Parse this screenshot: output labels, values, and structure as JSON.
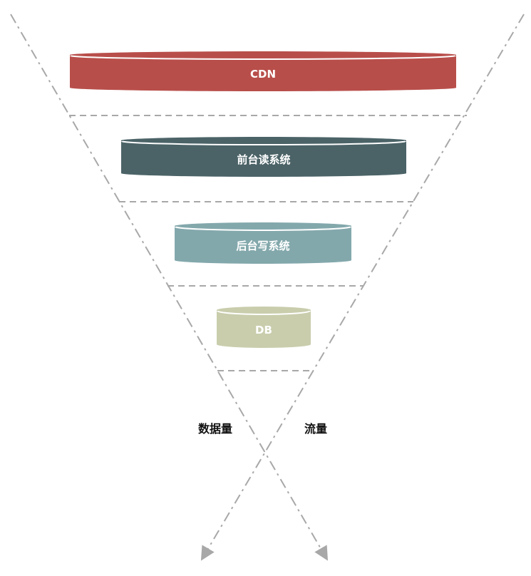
{
  "layers": [
    {
      "label": "CDN",
      "color": "#b84e4a"
    },
    {
      "label": "前台读系统",
      "color": "#4b6367"
    },
    {
      "label": "后台写系统",
      "color": "#83a8ac"
    },
    {
      "label": "DB",
      "color": "#c9cdac"
    }
  ],
  "axes": {
    "data_volume_label": "数据量",
    "traffic_label": "流量"
  },
  "line_color": "#a8a8a8"
}
